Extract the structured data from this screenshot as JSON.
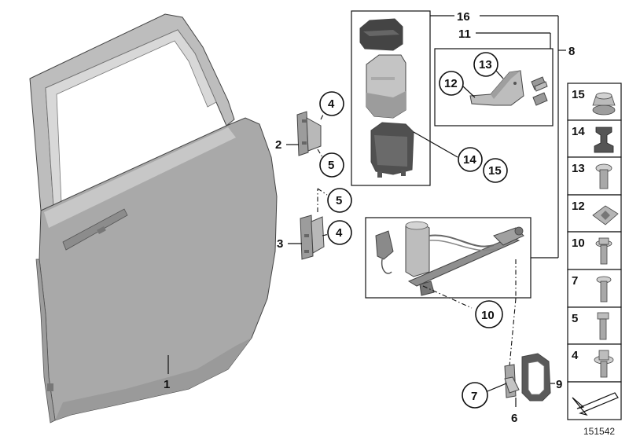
{
  "diagram": {
    "reference_number": "151542",
    "callouts": {
      "door_shell": "1",
      "upper_hinge": "2",
      "lower_hinge": "3",
      "upper_hinge_bolt": "4",
      "upper_hinge_screw": "5",
      "lower_hinge_screw": "5",
      "lower_hinge_bolt": "4",
      "group_16": "16",
      "group_11": "11",
      "group_8": "8",
      "bracket": "12",
      "bracket_nut": "13",
      "holder_14": "14",
      "holder_15": "15",
      "actuator_10": "10",
      "check_strap": "6",
      "check_strap_screw": "7",
      "seal": "9"
    },
    "sidebar_parts": [
      "15",
      "14",
      "13",
      "12",
      "10",
      "7",
      "5",
      "4"
    ]
  }
}
